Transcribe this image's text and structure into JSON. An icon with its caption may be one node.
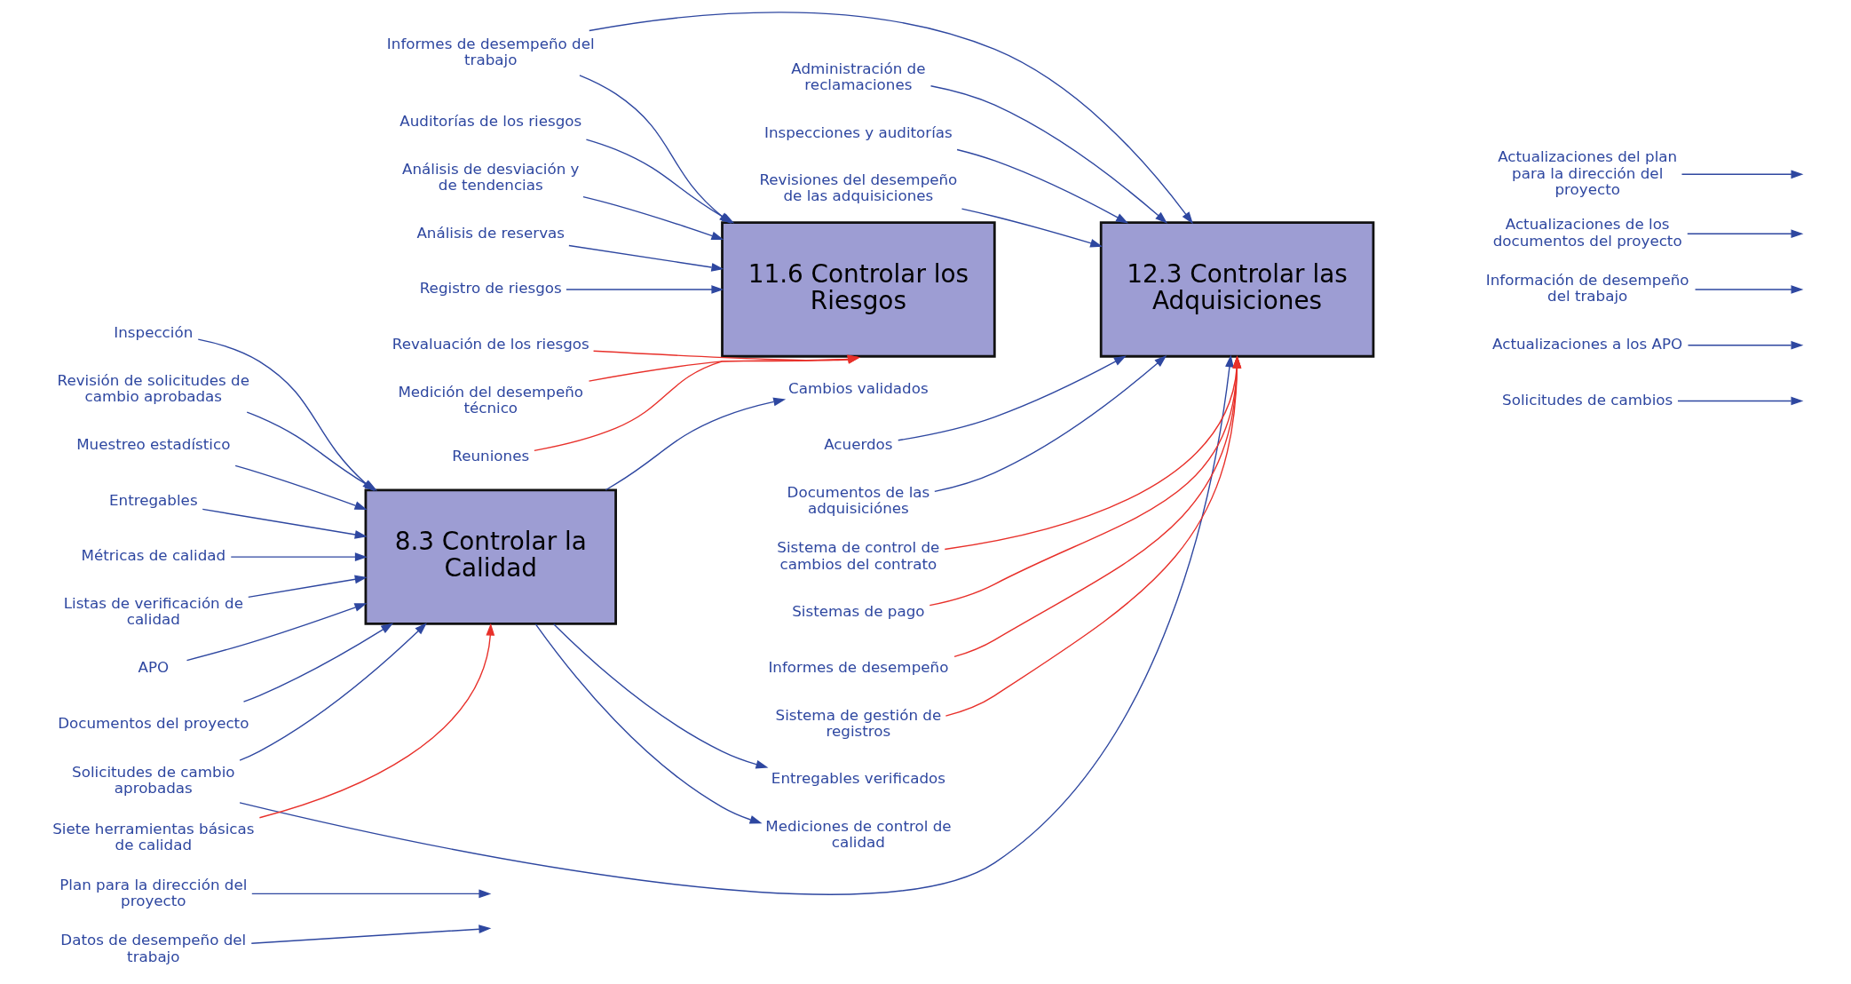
{
  "diagram": {
    "nodes": [
      {
        "text": [
          "8.3 Controlar la Calidad"
        ]
      },
      {
        "text": [
          "11.6 Controlar los Riesgos"
        ]
      },
      {
        "text": [
          "12.3 Controlar las Adquisiciones"
        ]
      },
      {
        "text": [
          "Inspección"
        ]
      },
      {
        "text": [
          "Revisión de solicitudes de cambio aprobadas"
        ]
      },
      {
        "text": [
          "Muestreo estadístico"
        ]
      },
      {
        "text": [
          "Auditorías de los riesgos"
        ]
      },
      {
        "text": [
          "Análisis de desviación y de tendencias"
        ]
      },
      {
        "text": [
          "Análisis de reservas"
        ]
      },
      {
        "text": [
          "Administración de reclamaciones"
        ]
      },
      {
        "text": [
          "Inspecciones y auditorías"
        ]
      },
      {
        "text": [
          "Revisiones del desempeño de las adquisiciones"
        ]
      },
      {
        "text": [
          "Entregables"
        ]
      },
      {
        "text": [
          "Métricas de calidad"
        ]
      },
      {
        "text": [
          "Listas de verificación de calidad"
        ]
      },
      {
        "text": [
          "APO"
        ]
      },
      {
        "text": [
          "Documentos del proyecto"
        ]
      },
      {
        "text": [
          "Solicitudes de cambio aprobadas"
        ]
      },
      {
        "text": [
          "Registro de riesgos"
        ]
      },
      {
        "text": [
          "Informes de desempeño del trabajo"
        ]
      },
      {
        "text": [
          "Acuerdos"
        ]
      },
      {
        "text": [
          "Documentos de las adquisiciónes"
        ]
      },
      {
        "text": [
          "Plan para la dirección del proyecto"
        ]
      },
      {
        "text": [
          "Datos de desempeño del trabajo"
        ]
      },
      {
        "text": [
          "Cambios validados"
        ]
      },
      {
        "text": [
          "Entregables verificados"
        ]
      },
      {
        "text": [
          "Mediciones de control de calidad"
        ]
      },
      {
        "text": [
          "Actualizaciones del plan para la dirección del proyecto"
        ]
      },
      {
        "text": [
          "Actualizaciones de los documentos del proyecto"
        ]
      },
      {
        "text": [
          "Información de desempeño del trabajo"
        ]
      },
      {
        "text": [
          "Actualizaciones a los APO"
        ]
      },
      {
        "text": [
          "Solicitudes de cambios"
        ]
      },
      {
        "text": [
          "Siete herramientas básicas de calidad"
        ]
      },
      {
        "text": [
          "Revaluación de los riesgos"
        ]
      },
      {
        "text": [
          "Medición del desempeño técnico"
        ]
      },
      {
        "text": [
          "Reuniones"
        ]
      },
      {
        "text": [
          "Sistema de control de cambios del contrato"
        ]
      },
      {
        "text": [
          "Sistemas de pago"
        ]
      },
      {
        "text": [
          "Informes de desempeño"
        ]
      },
      {
        "text": [
          "Sistema de gestión de registros"
        ]
      }
    ],
    "edges": [
      {
        "from": 3,
        "to": 0,
        "arrow": "to"
      },
      {
        "from": 4,
        "to": 0,
        "arrow": "to"
      },
      {
        "from": 5,
        "to": 0,
        "arrow": "to"
      },
      {
        "from": 6,
        "to": 1,
        "arrow": "to"
      },
      {
        "from": 7,
        "to": 1,
        "arrow": "to"
      },
      {
        "from": 8,
        "to": 1,
        "arrow": "to"
      },
      {
        "from": 9,
        "to": 2,
        "arrow": "to"
      },
      {
        "from": 10,
        "to": 2,
        "arrow": "to"
      },
      {
        "from": 11,
        "to": 2,
        "arrow": "to"
      },
      {
        "from": 12,
        "to": 0,
        "arrow": "to"
      },
      {
        "from": 13,
        "to": 0,
        "arrow": "to"
      },
      {
        "from": 14,
        "to": 0,
        "arrow": "to"
      },
      {
        "from": 15,
        "to": 0,
        "arrow": "to"
      },
      {
        "from": 16,
        "to": 0,
        "arrow": "to"
      },
      {
        "from": 17,
        "to": 0,
        "arrow": "to"
      },
      {
        "from": 17,
        "to": 2,
        "arrow": "to"
      },
      {
        "from": 18,
        "to": 1,
        "arrow": "to"
      },
      {
        "from": 19,
        "to": 1,
        "arrow": "to"
      },
      {
        "from": 19,
        "to": 2,
        "arrow": "to"
      },
      {
        "from": 20,
        "to": 2,
        "arrow": "to"
      },
      {
        "from": 21,
        "to": 2,
        "arrow": "to"
      },
      {
        "from": 22,
        "to": null,
        "arrow": "to"
      },
      {
        "from": 23,
        "to": null,
        "arrow": "to"
      },
      {
        "from": 0,
        "to": 24,
        "arrow": "to"
      },
      {
        "from": 0,
        "to": 25,
        "arrow": "to"
      },
      {
        "from": 0,
        "to": 26,
        "arrow": "to"
      },
      {
        "from": 27,
        "to": null,
        "arrow": "to"
      },
      {
        "from": 28,
        "to": null,
        "arrow": "to"
      },
      {
        "from": 29,
        "to": null,
        "arrow": "to"
      },
      {
        "from": 30,
        "to": null,
        "arrow": "to"
      },
      {
        "from": 31,
        "to": null,
        "arrow": "to"
      },
      {
        "from": 32,
        "to": 0,
        "arrow": "to",
        "color": "#e8302a"
      },
      {
        "from": 33,
        "to": 1,
        "arrow": "to",
        "color": "#e8302a"
      },
      {
        "from": 34,
        "to": 1,
        "arrow": "to",
        "color": "#e8302a"
      },
      {
        "from": 35,
        "to": 1,
        "arrow": "to",
        "color": "#e8302a"
      },
      {
        "from": 36,
        "to": 2,
        "arrow": "to",
        "color": "#e8302a"
      },
      {
        "from": 37,
        "to": 2,
        "arrow": "to",
        "color": "#e8302a"
      },
      {
        "from": 38,
        "to": 2,
        "arrow": "to",
        "color": "#e8302a"
      },
      {
        "from": 39,
        "to": 2,
        "arrow": "to",
        "color": "#e8302a"
      }
    ]
  }
}
